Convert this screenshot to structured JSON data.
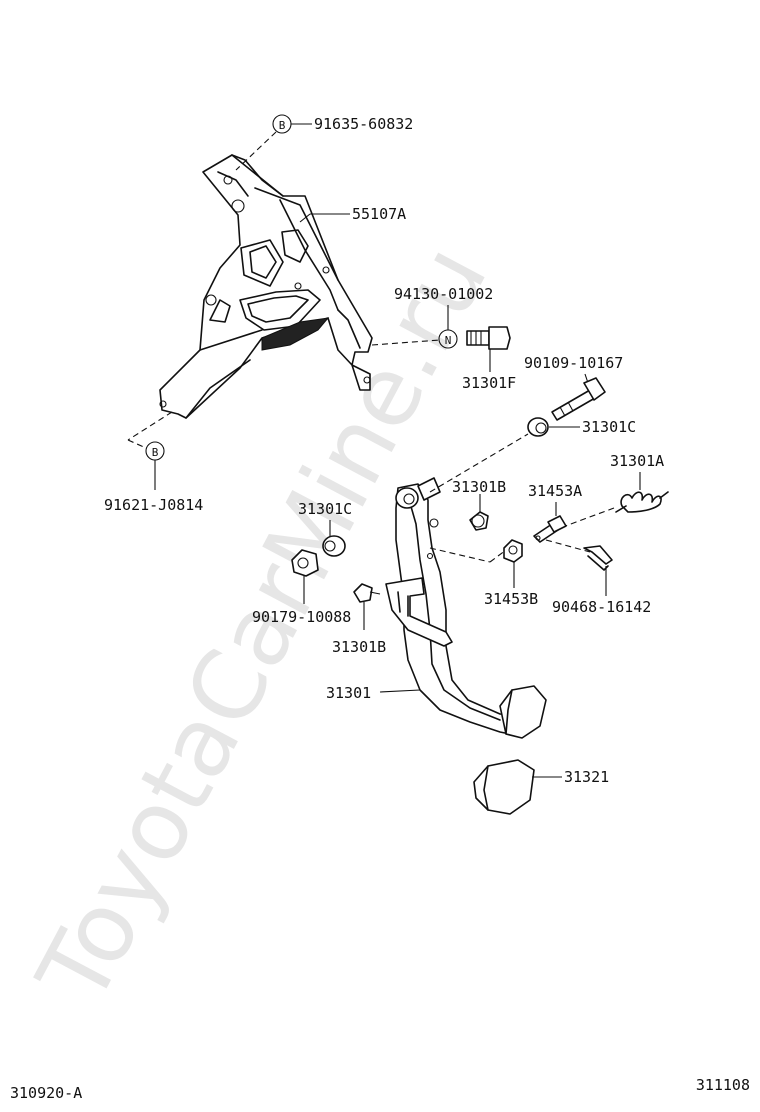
{
  "watermark": "ToyotaCarMine.ru",
  "callouts": {
    "c_91635": "91635-60832",
    "c_55107a": "55107A",
    "c_94130": "94130-01002",
    "c_31301f": "31301F",
    "c_90109": "90109-10167",
    "c_31301c_top": "31301C",
    "c_91621": "91621-J0814",
    "c_31301a": "31301A",
    "c_31301b_top": "31301B",
    "c_31453a": "31453A",
    "c_31301c_left": "31301C",
    "c_90179": "90179-10088",
    "c_31453b": "31453B",
    "c_90468": "90468-16142",
    "c_31301b_bottom": "31301B",
    "c_31301": "31301",
    "c_31321": "31321"
  },
  "badges": {
    "b1": "B",
    "n1": "N",
    "b2": "B"
  },
  "footer": {
    "left_code": "310920-A",
    "right_code": "311108"
  }
}
